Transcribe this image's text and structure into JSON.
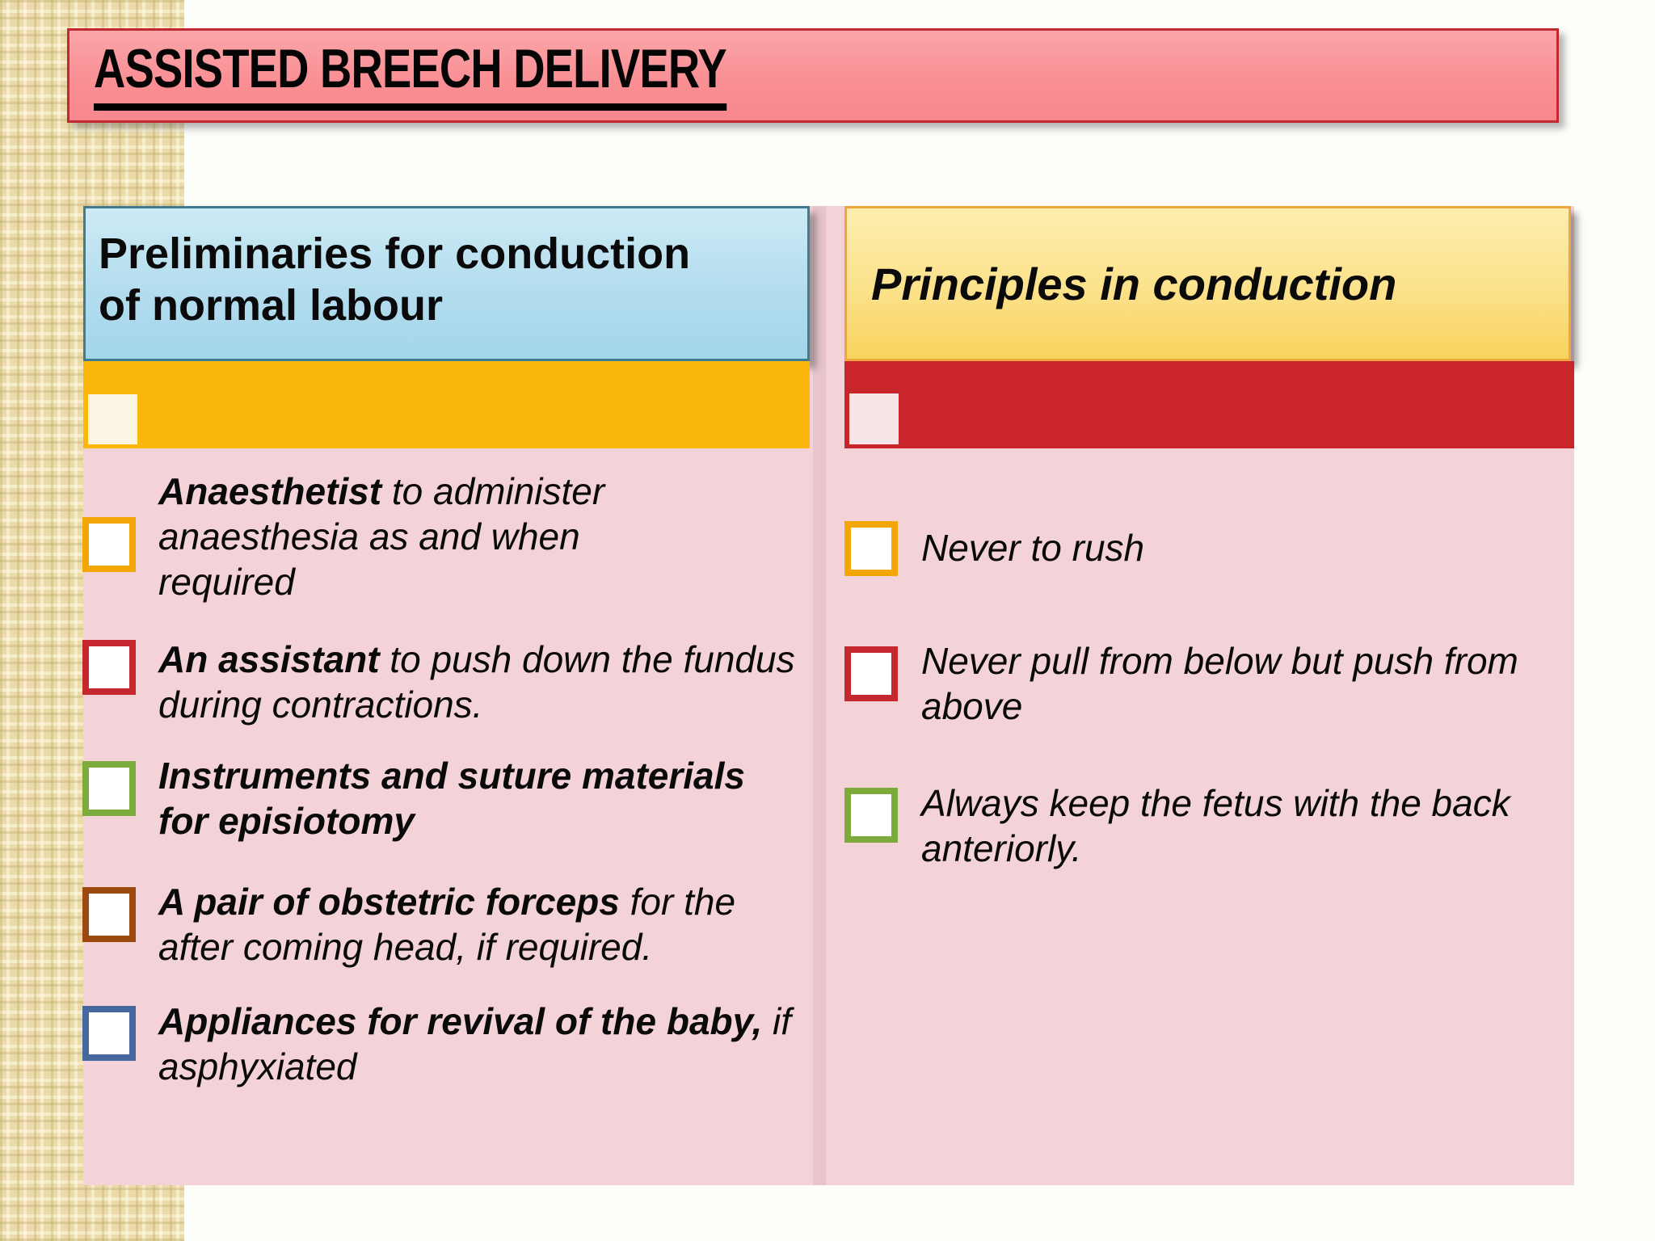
{
  "title": {
    "text": "ASSISTED BREECH DELIVERY"
  },
  "left_column": {
    "header_lines": [
      "Preliminaries for conduction",
      "of normal labour"
    ],
    "items": [
      {
        "box_color": "#f3a707",
        "lines": [
          {
            "bold": "Anaesthetist",
            "plain": " to administer"
          },
          {
            "bold": "",
            "plain": "anaesthesia as and when"
          },
          {
            "bold": "",
            "plain": "required"
          }
        ]
      },
      {
        "box_color": "#c5272e",
        "lines": [
          {
            "bold": "An assistant",
            "plain": " to push down the fundus"
          },
          {
            "bold": "",
            "plain": "during contractions."
          }
        ]
      },
      {
        "box_color": "#7cab3c",
        "lines": [
          {
            "bold": "Instruments and suture materials",
            "plain": ""
          },
          {
            "bold": "for episiotomy",
            "plain": ""
          }
        ]
      },
      {
        "box_color": "#9c4a10",
        "lines": [
          {
            "bold": "A pair of obstetric forceps",
            "plain": " for the"
          },
          {
            "bold": "",
            "plain": "after coming head, if required."
          }
        ]
      },
      {
        "box_color": "#47679f",
        "lines": [
          {
            "bold": "Appliances for revival of the baby,",
            "plain": " if"
          },
          {
            "bold": "",
            "plain": "asphyxiated"
          }
        ]
      }
    ]
  },
  "right_column": {
    "header": "Principles in conduction",
    "items": [
      {
        "box_color": "#f3a707",
        "lines": [
          {
            "bold": "",
            "plain": "Never to rush"
          }
        ]
      },
      {
        "box_color": "#c5272e",
        "lines": [
          {
            "bold": "",
            "plain": "Never pull from below but push from"
          },
          {
            "bold": "",
            "plain": "above"
          }
        ]
      },
      {
        "box_color": "#7cab3c",
        "lines": [
          {
            "bold": "",
            "plain": "Always keep the fetus with the back"
          },
          {
            "bold": "",
            "plain": "anteriorly."
          }
        ]
      }
    ]
  },
  "colors": {
    "banner_fill": "#f98e93",
    "banner_border": "#c2282f",
    "left_header_fill": "#b3ddee",
    "left_header_border": "#3f7b91",
    "right_header_fill": "#fbe18a",
    "right_header_border": "#efa63d",
    "left_accent_bar": "#fcb70d",
    "right_accent_bar": "#c9252b",
    "content_background": "#f3d2d8",
    "sidebar_texture": "#ebdbaa"
  }
}
